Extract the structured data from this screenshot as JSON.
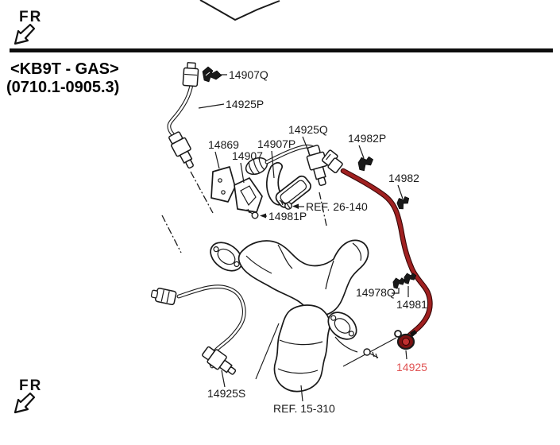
{
  "header": {
    "fr_label_top": "FR",
    "fr_label_bottom": "FR",
    "section_code": "<KB9T - GAS>",
    "date_range": "(0710.1-0905.3)"
  },
  "colors": {
    "line": "#1a1a1a",
    "highlighted_wire": "#a02020",
    "highlighted_label": "#e05252"
  },
  "diagram": {
    "highlighted_part": "14925",
    "labels": [
      {
        "part": "14907Q",
        "text": "14907Q"
      },
      {
        "part": "14925P",
        "text": "14925P"
      },
      {
        "part": "14869",
        "text": "14869"
      },
      {
        "part": "14907",
        "text": "14907"
      },
      {
        "part": "14907P",
        "text": "14907P"
      },
      {
        "part": "14925Q",
        "text": "14925Q"
      },
      {
        "part": "14982P",
        "text": "14982P"
      },
      {
        "part": "14982",
        "text": "14982"
      },
      {
        "part": "REF26140",
        "text": "REF. 26-140"
      },
      {
        "part": "14981P",
        "text": "14981P"
      },
      {
        "part": "14978Q",
        "text": "14978Q"
      },
      {
        "part": "14981",
        "text": "14981"
      },
      {
        "part": "14925S",
        "text": "14925S"
      },
      {
        "part": "REF15310",
        "text": "REF. 15-310"
      },
      {
        "part": "14925",
        "text": "14925",
        "highlighted": true
      }
    ]
  }
}
